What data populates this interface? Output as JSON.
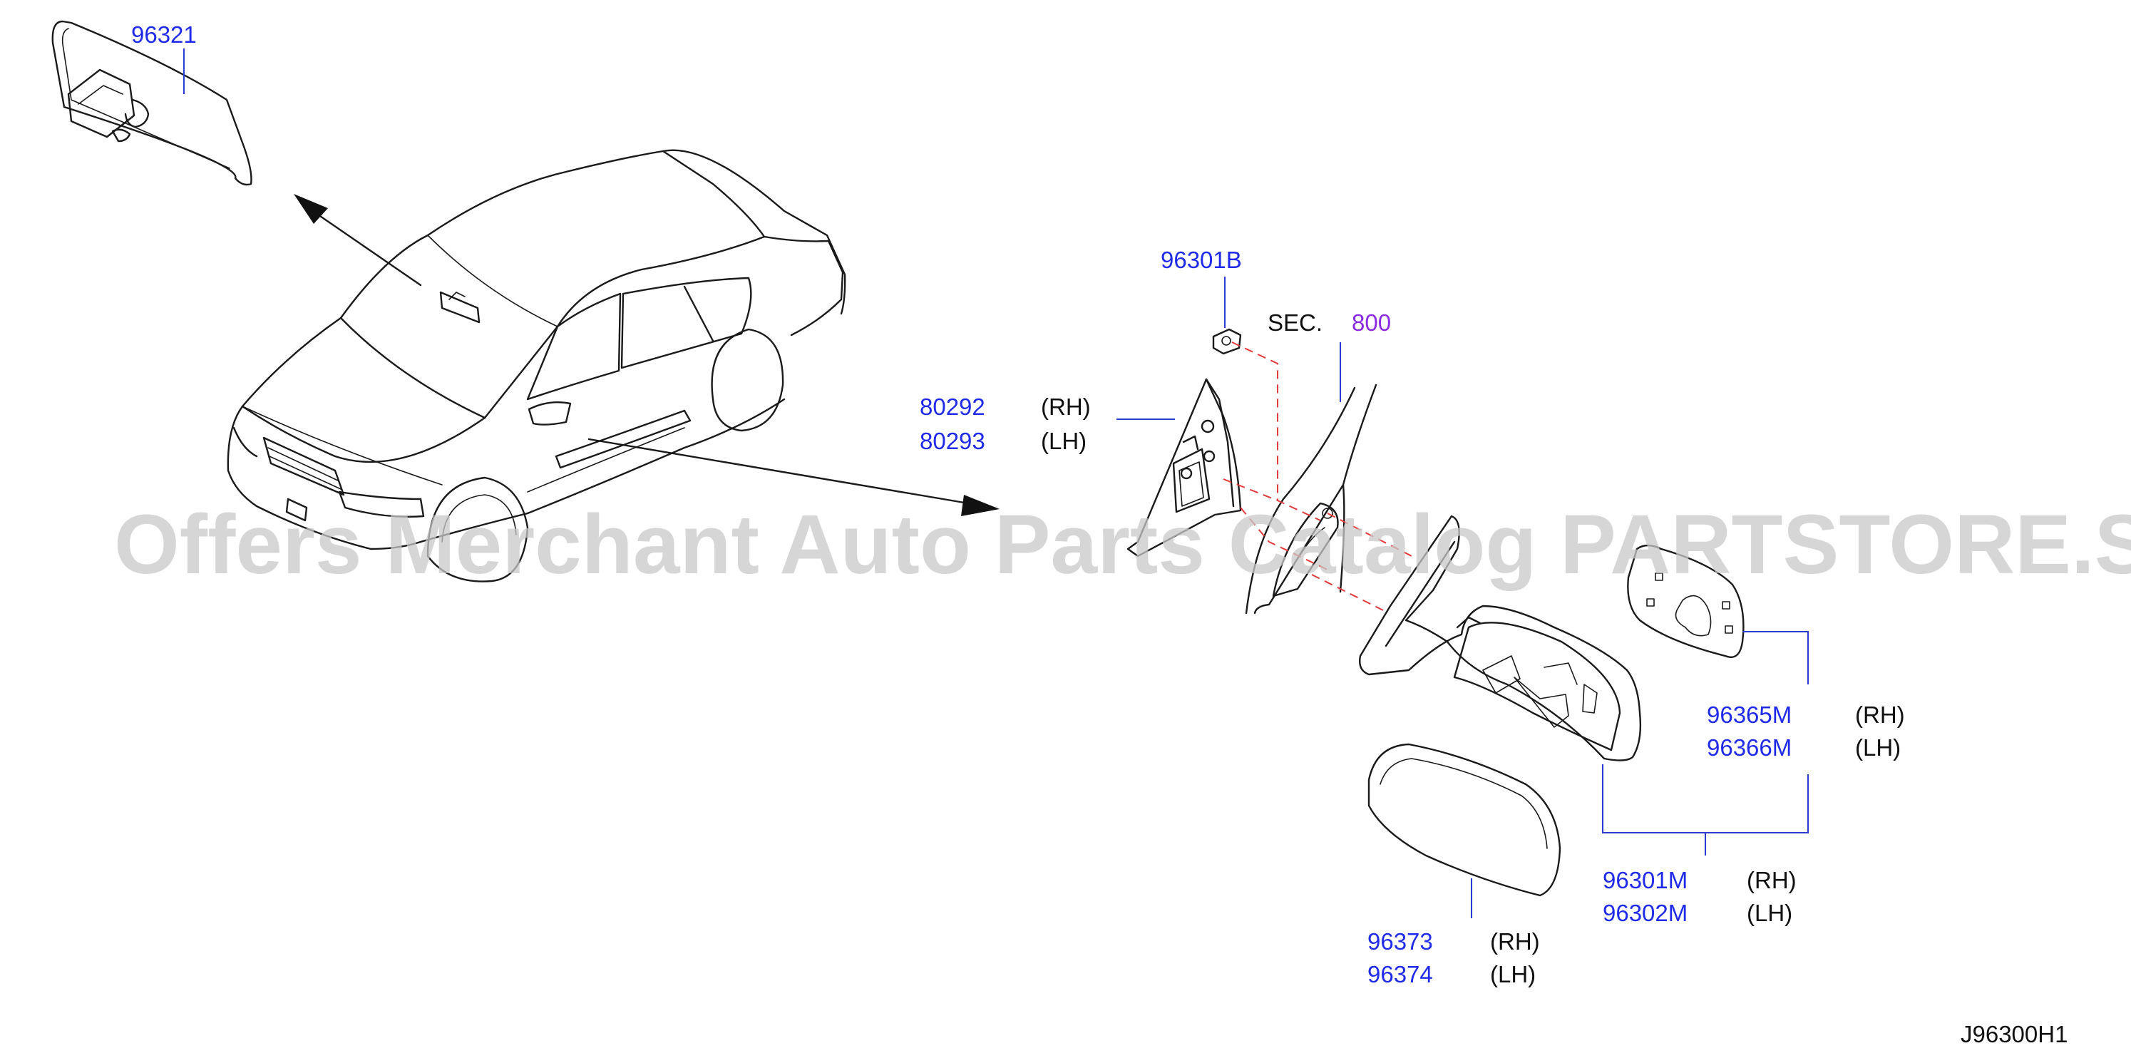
{
  "watermark": "Offers Merchant Auto Parts Catalog PARTSTORE.SA",
  "drawing_code": "J96300H1",
  "section_label": "SEC.",
  "section_number": "800",
  "parts": {
    "p96321": "96321",
    "p96301b": "96301B",
    "p80292": "80292",
    "p80293": "80293",
    "p96365m": "96365M",
    "p96366m": "96366M",
    "p96301m": "96301M",
    "p96302m": "96302M",
    "p96373": "96373",
    "p96374": "96374"
  },
  "sides": {
    "rh": "(RH)",
    "lh": "(LH)"
  },
  "colors": {
    "part_number": "#1f2be8",
    "section_number": "#8a2be2",
    "dashed_guide": "#e23a3a",
    "watermark": "#c8c8c8"
  },
  "icons": [
    "car-icon",
    "inside-mirror-icon",
    "door-mirror-icon",
    "mirror-glass-icon",
    "mirror-cover-icon",
    "corner-trim-icon",
    "clip-icon",
    "door-frame-icon",
    "arrow-icon"
  ]
}
